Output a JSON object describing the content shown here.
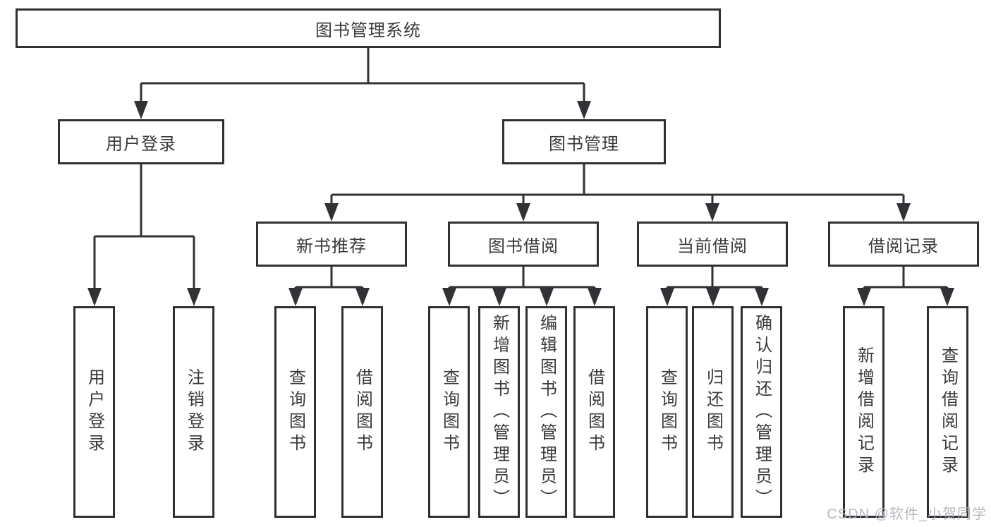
{
  "colors": {
    "line": "#323236",
    "box_border": "#303034",
    "text": "#3a3a3e",
    "background": "#ffffff",
    "watermark": "#aeb3b8"
  },
  "tree": {
    "root": {
      "label": "图书管理系统"
    },
    "user_login": {
      "label": "用户登录",
      "children": [
        {
          "label": "用户登录"
        },
        {
          "label": "注销登录"
        }
      ]
    },
    "book_mgmt": {
      "label": "图书管理",
      "sections": [
        {
          "label": "新书推荐",
          "children": [
            {
              "label": "查询图书"
            },
            {
              "label": "借阅图书"
            }
          ]
        },
        {
          "label": "图书借阅",
          "children": [
            {
              "label": "查询图书"
            },
            {
              "label": "新增图书（管理员）"
            },
            {
              "label": "编辑图书（管理员）"
            },
            {
              "label": "借阅图书"
            }
          ]
        },
        {
          "label": "当前借阅",
          "children": [
            {
              "label": "查询图书"
            },
            {
              "label": "归还图书"
            },
            {
              "label": "确认归还（管理员）"
            }
          ]
        },
        {
          "label": "借阅记录",
          "children": [
            {
              "label": "新增借阅记录"
            },
            {
              "label": "查询借阅记录"
            }
          ]
        }
      ]
    }
  },
  "watermark": {
    "text": "CSDN @软件_小贺同学"
  }
}
